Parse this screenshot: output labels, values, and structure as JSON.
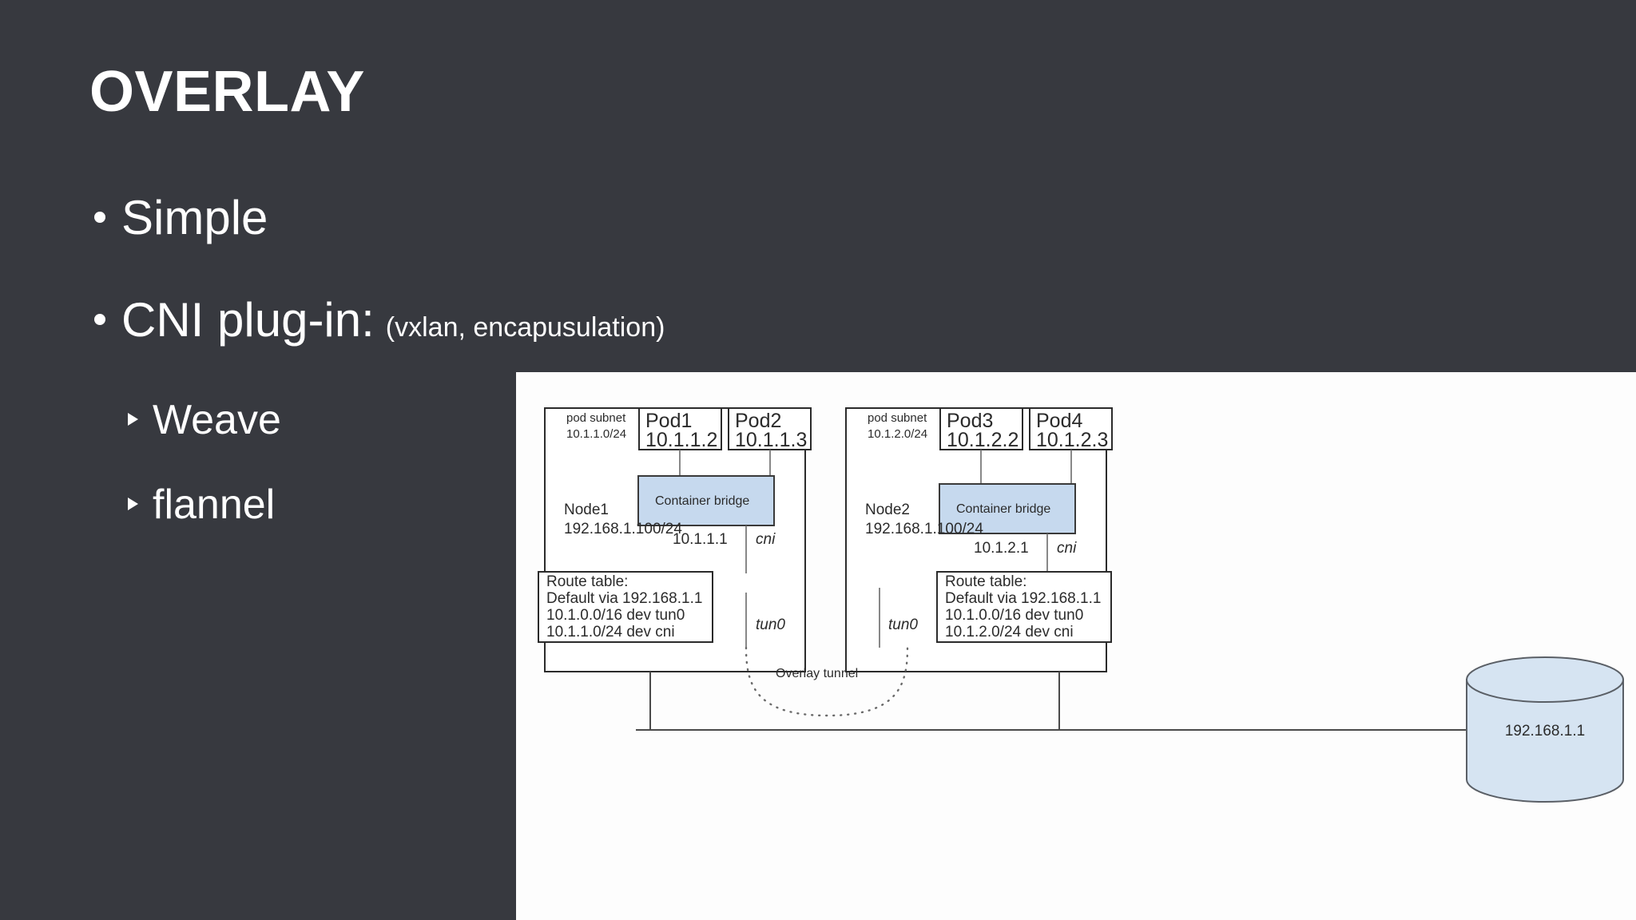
{
  "slide": {
    "title": "OVERLAY",
    "background_color": "#37393f",
    "text_color": "#ffffff",
    "bullets": [
      {
        "text": "Simple",
        "note": ""
      },
      {
        "text": "CNI plug-in:",
        "note": "(vxlan, encapusulation)"
      }
    ],
    "sub_bullets": [
      {
        "text": "Weave"
      },
      {
        "text": "flannel"
      }
    ]
  },
  "diagram": {
    "panel_background": "#fdfdfd",
    "bridge_color": "#c6d9ee",
    "db_color": "#d6e4f2",
    "nodes": [
      {
        "id": "node1",
        "name": "Node1",
        "address": "192.168.1.100/24",
        "pod_subnet_label": "pod subnet",
        "pod_subnet_cidr": "10.1.1.0/24",
        "pods": [
          {
            "name": "Pod1",
            "ip": "10.1.1.2"
          },
          {
            "name": "Pod2",
            "ip": "10.1.1.3"
          }
        ],
        "bridge_label": "Container bridge",
        "gateway_ip": "10.1.1.1",
        "cni_label": "cni",
        "tunnel_label": "tun0",
        "route_table": {
          "title": "Route table:",
          "rows": [
            "Default via 192.168.1.1",
            "10.1.0.0/16 dev tun0",
            "10.1.1.0/24 dev cni"
          ]
        }
      },
      {
        "id": "node2",
        "name": "Node2",
        "address": "192.168.1.100/24",
        "pod_subnet_label": "pod subnet",
        "pod_subnet_cidr": "10.1.2.0/24",
        "pods": [
          {
            "name": "Pod3",
            "ip": "10.1.2.2"
          },
          {
            "name": "Pod4",
            "ip": "10.1.2.3"
          }
        ],
        "bridge_label": "Container bridge",
        "gateway_ip": "10.1.2.1",
        "cni_label": "cni",
        "tunnel_label": "tun0",
        "route_table": {
          "title": "Route table:",
          "rows": [
            "Default via 192.168.1.1",
            "10.1.0.0/16 dev tun0",
            "10.1.2.0/24 dev cni"
          ]
        }
      }
    ],
    "overlay_tunnel_label": "Overlay tunnel",
    "gateway_db_label": "192.168.1.1"
  }
}
